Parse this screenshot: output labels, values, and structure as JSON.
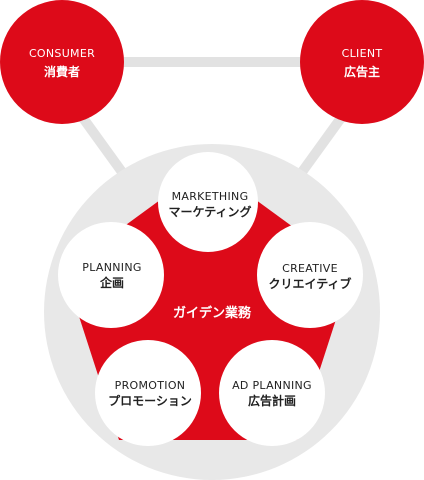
{
  "colors": {
    "accent_red": "#dd0a19",
    "ring_gray": "#e8e8e8",
    "connector_gray": "#e2e2e2",
    "white": "#ffffff",
    "text_dark": "#222222"
  },
  "top_nodes": {
    "consumer": {
      "label_en": "CONSUMER",
      "label_ja": "消費者"
    },
    "client": {
      "label_en": "CLIENT",
      "label_ja": "広告主"
    }
  },
  "center": {
    "label": "ガイデン業務"
  },
  "services": {
    "marketing": {
      "label_en": "MARKETHING",
      "label_ja": "マーケティング"
    },
    "creative": {
      "label_en": "CREATIVE",
      "label_ja": "クリエイティブ"
    },
    "ad_planning": {
      "label_en": "AD PLANNING",
      "label_ja": "広告計画"
    },
    "promotion": {
      "label_en": "PROMOTION",
      "label_ja": "プロモーション"
    },
    "planning": {
      "label_en": "PLANNING",
      "label_ja": "企画"
    }
  }
}
